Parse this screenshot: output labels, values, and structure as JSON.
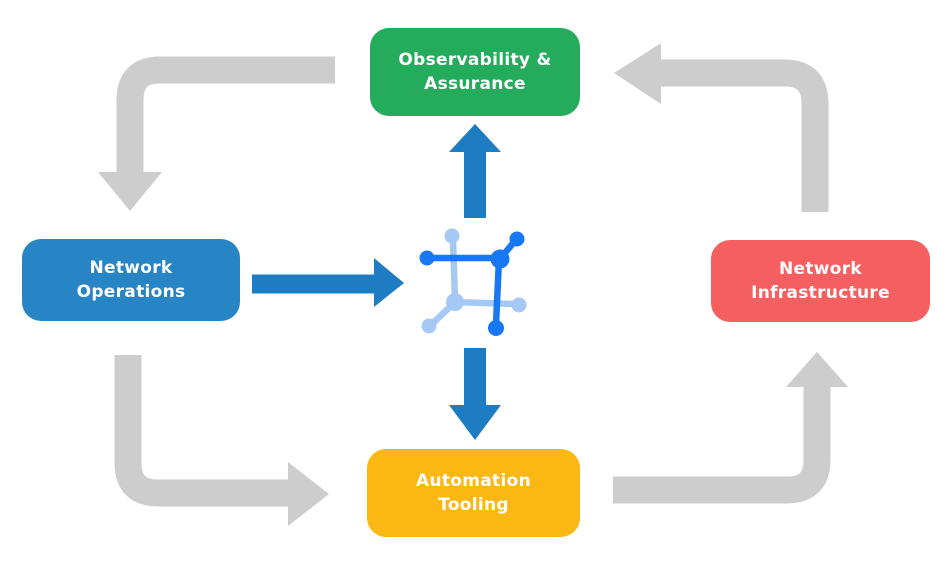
{
  "diagram": {
    "type": "cycle-flow",
    "background": "#FFFFFF",
    "nodes": {
      "observability": {
        "line1": "Observability &",
        "line2": "Assurance",
        "color": "#24AB5B",
        "text_color": "#FFFFFF"
      },
      "operations": {
        "line1": "Network",
        "line2": "Operations",
        "color": "#2785C5",
        "text_color": "#FFFFFF"
      },
      "infrastructure": {
        "line1": "Network",
        "line2": "Infrastructure",
        "color": "#F55F5F",
        "text_color": "#FFFFFF"
      },
      "automation": {
        "line1": "Automation",
        "line2": "Tooling",
        "color": "#FBB714",
        "text_color": "#FFFFFF"
      }
    },
    "center_icon": {
      "name": "network-nodes-icon",
      "color_primary": "#1877F2",
      "color_secondary": "#A6C8F4"
    },
    "arrows": {
      "outer_cycle_color": "#CDCDCD",
      "center_flow_color": "#1E7CC2",
      "outer_cycle": [
        {
          "from": "observability",
          "to": "operations"
        },
        {
          "from": "operations",
          "to": "automation"
        },
        {
          "from": "automation",
          "to": "infrastructure"
        },
        {
          "from": "infrastructure",
          "to": "observability"
        }
      ],
      "center_flows": [
        {
          "from": "operations",
          "to": "center-icon"
        },
        {
          "from": "center-icon",
          "to": "observability"
        },
        {
          "from": "center-icon",
          "to": "automation"
        }
      ]
    }
  }
}
